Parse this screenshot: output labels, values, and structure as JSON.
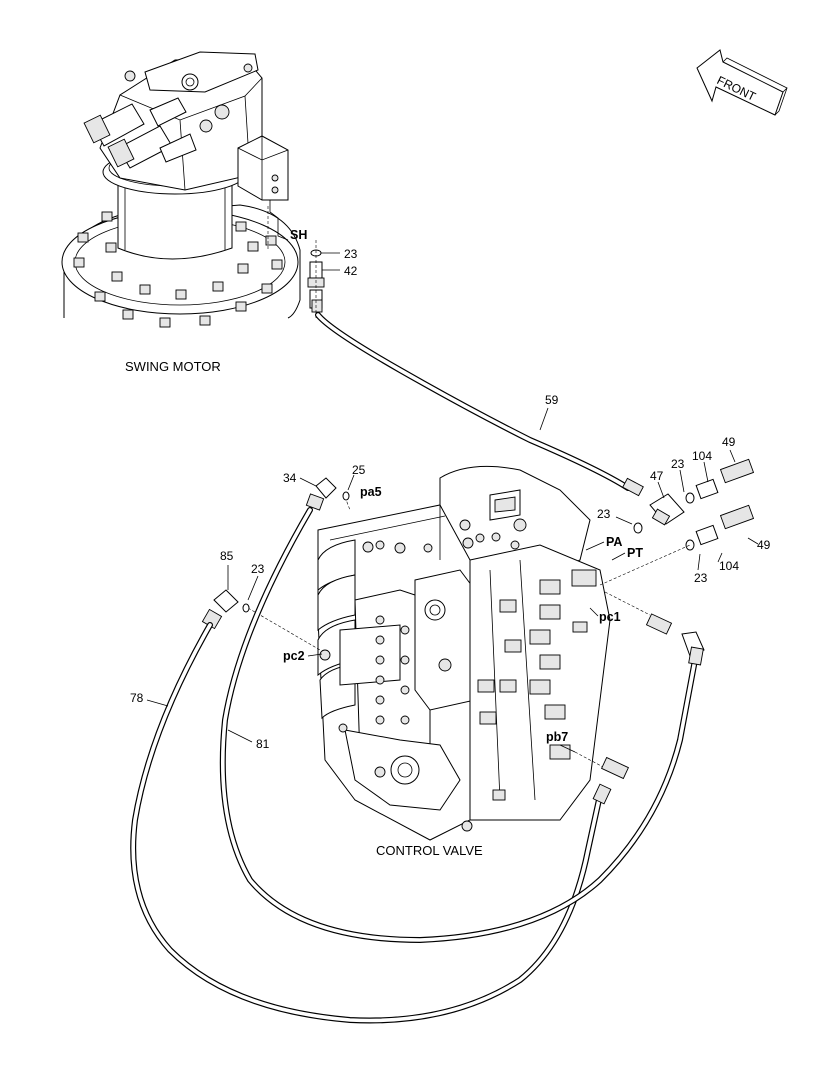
{
  "front_label": "FRONT",
  "labels": {
    "swing_motor": "SWING MOTOR",
    "control_valve": "CONTROL VALVE"
  },
  "ports": {
    "sh": "SH",
    "pa5": "pa5",
    "pa": "PA",
    "pt": "PT",
    "pc1": "pc1",
    "pc2": "pc2",
    "pb7": "pb7"
  },
  "callouts": [
    {
      "id": "23",
      "text": "23"
    },
    {
      "id": "42",
      "text": "42"
    },
    {
      "id": "59",
      "text": "59"
    },
    {
      "id": "34",
      "text": "34"
    },
    {
      "id": "25",
      "text": "25"
    },
    {
      "id": "85",
      "text": "85"
    },
    {
      "id": "23",
      "text": "23"
    },
    {
      "id": "47",
      "text": "47"
    },
    {
      "id": "23",
      "text": "23"
    },
    {
      "id": "104",
      "text": "104"
    },
    {
      "id": "49",
      "text": "49"
    },
    {
      "id": "23",
      "text": "23"
    },
    {
      "id": "49",
      "text": "49"
    },
    {
      "id": "23",
      "text": "23"
    },
    {
      "id": "104",
      "text": "104"
    },
    {
      "id": "78",
      "text": "78"
    },
    {
      "id": "81",
      "text": "81"
    }
  ]
}
